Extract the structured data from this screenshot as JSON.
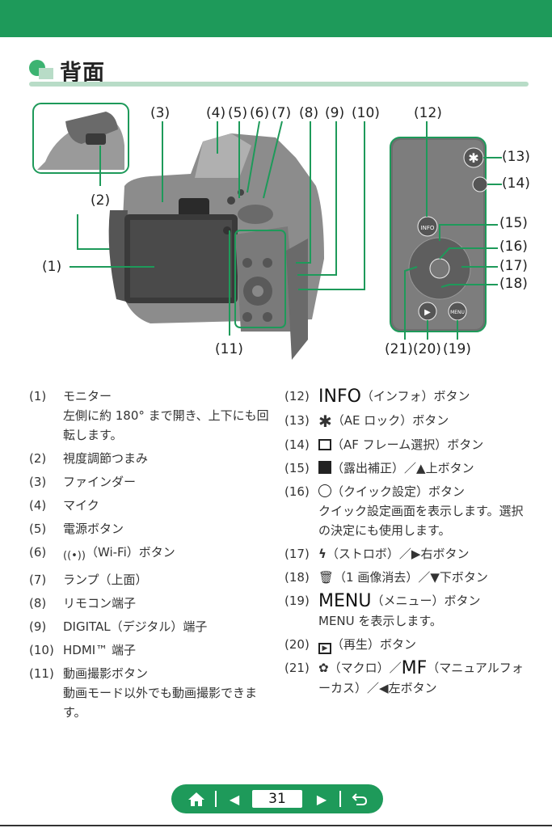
{
  "section": {
    "title": "背面"
  },
  "callouts": [
    "(1)",
    "(2)",
    "(3)",
    "(4)",
    "(5)",
    "(6)",
    "(7)",
    "(8)",
    "(9)",
    "(10)",
    "(11)",
    "(12)",
    "(13)",
    "(14)",
    "(15)",
    "(16)",
    "(17)",
    "(18)",
    "(19)",
    "(20)",
    "(21)"
  ],
  "items": [
    {
      "num": "(1)",
      "text": "モニター",
      "sub": "左側に約 180° まで開き、上下にも回転します。"
    },
    {
      "num": "(2)",
      "text": "視度調節つまみ"
    },
    {
      "num": "(3)",
      "text": "ファインダー"
    },
    {
      "num": "(4)",
      "text": "マイク"
    },
    {
      "num": "(5)",
      "text": "電源ボタン"
    },
    {
      "num": "(6)",
      "text": "（Wi-Fi）ボタン"
    },
    {
      "num": "(7)",
      "text": "ランプ（上面）"
    },
    {
      "num": "(8)",
      "text": "リモコン端子"
    },
    {
      "num": "(9)",
      "text": "DIGITAL（デジタル）端子"
    },
    {
      "num": "(10)",
      "text": "HDMI™ 端子"
    },
    {
      "num": "(11)",
      "text": "動画撮影ボタン",
      "sub": "動画モード以外でも動画撮影できます。"
    },
    {
      "num": "(12)",
      "big": "INFO",
      "text": "（インフォ）ボタン"
    },
    {
      "num": "(13)",
      "text": "（AE ロック）ボタン"
    },
    {
      "num": "(14)",
      "text": "（AF フレーム選択）ボタン"
    },
    {
      "num": "(15)",
      "text": "（露出補正）／",
      "text2": "上ボタン"
    },
    {
      "num": "(16)",
      "text": "（クイック設定）ボタン",
      "sub": "クイック設定画面を表示します。選択の決定にも使用します。"
    },
    {
      "num": "(17)",
      "text": "（ストロボ）／",
      "text2": "右ボタン"
    },
    {
      "num": "(18)",
      "text": "（1 画像消去）／",
      "text2": "下ボタン"
    },
    {
      "num": "(19)",
      "big": "MENU",
      "text": "（メニュー）ボタン",
      "sub": "MENU を表示します。"
    },
    {
      "num": "(20)",
      "text": "（再生）ボタン"
    },
    {
      "num": "(21)",
      "text": "（マクロ）／",
      "big2": "MF",
      "text2": "（マニュアルフォーカス）／",
      "text3": "左ボタン"
    }
  ],
  "icons": {
    "wifi": "wifi-icon",
    "ae_lock": "ae-lock-icon",
    "af_frame": "af-frame-icon",
    "exposure": "exposure-comp-icon",
    "quick_set": "quick-set-icon",
    "flash": "flash-icon",
    "trash": "trash-icon",
    "play": "play-icon",
    "macro": "macro-icon"
  },
  "nav": {
    "page": "31"
  },
  "colors": {
    "accent": "#1e9a5a",
    "accent_light": "#b8dcc7",
    "dot": "#3cb371"
  }
}
